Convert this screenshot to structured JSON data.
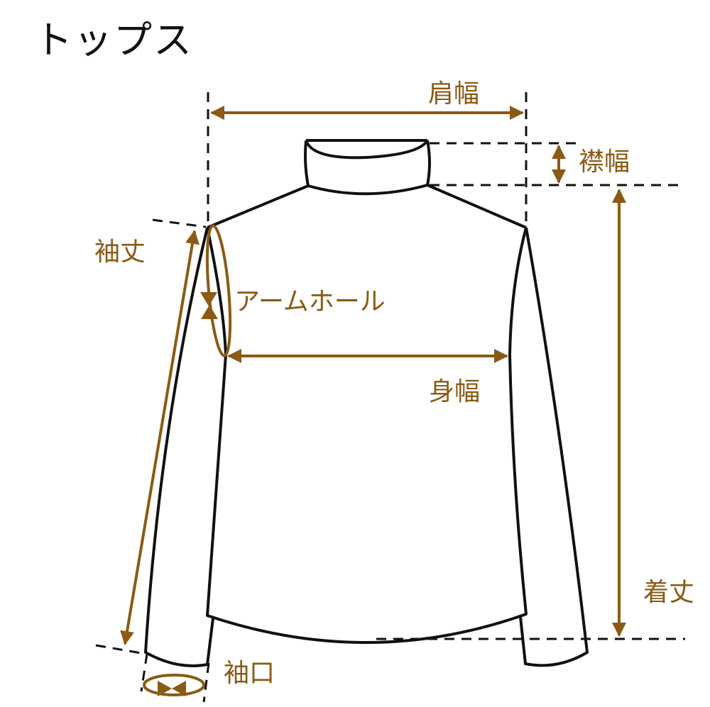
{
  "title": "トップス",
  "colors": {
    "accent": "#8B5A14",
    "outline": "#111111",
    "guide": "#111111",
    "background": "#ffffff"
  },
  "labels": {
    "shoulder_width": "肩幅",
    "collar_width": "襟幅",
    "sleeve_length": "袖丈",
    "armhole": "アームホール",
    "body_width": "身幅",
    "total_length": "着丈",
    "cuff": "袖口"
  }
}
